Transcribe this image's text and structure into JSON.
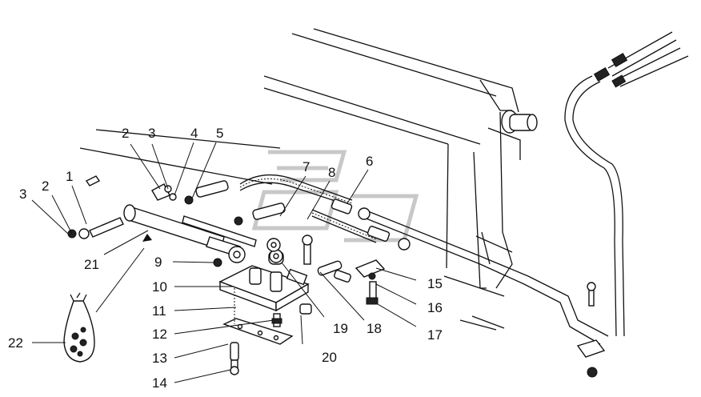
{
  "callouts": [
    {
      "label": "1"
    },
    {
      "label": "2"
    },
    {
      "label": "3"
    },
    {
      "label": "2"
    },
    {
      "label": "3"
    },
    {
      "label": "4"
    },
    {
      "label": "5"
    },
    {
      "label": "6"
    },
    {
      "label": "7"
    },
    {
      "label": "8"
    },
    {
      "label": "9"
    },
    {
      "label": "10"
    },
    {
      "label": "11"
    },
    {
      "label": "12"
    },
    {
      "label": "13"
    },
    {
      "label": "14"
    },
    {
      "label": "15"
    },
    {
      "label": "16"
    },
    {
      "label": "17"
    },
    {
      "label": "18"
    },
    {
      "label": "19"
    },
    {
      "label": "20"
    },
    {
      "label": "21"
    },
    {
      "label": "22"
    }
  ]
}
